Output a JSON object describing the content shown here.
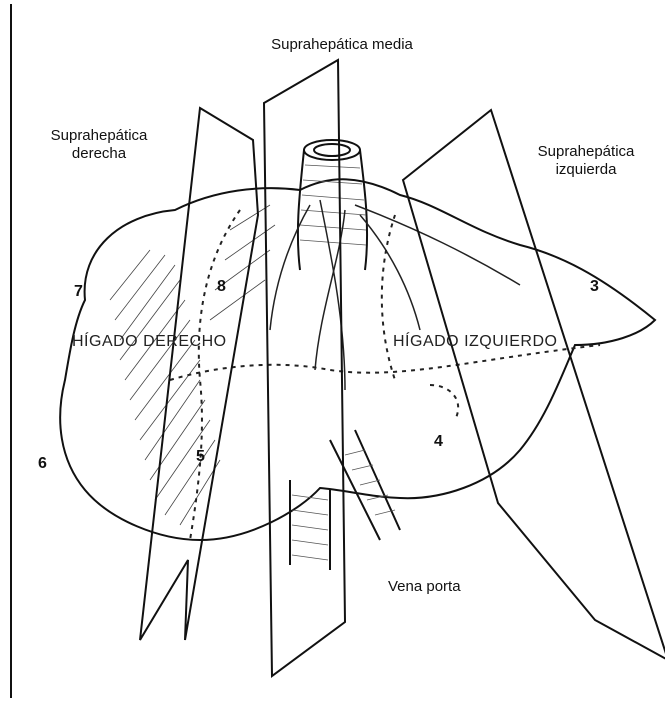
{
  "labels": {
    "suprahepatica_media": "Suprahepática media",
    "suprahepatica_derecha_line1": "Suprahepática",
    "suprahepatica_derecha_line2": "derecha",
    "suprahepatica_izquierda_line1": "Suprahepática",
    "suprahepatica_izquierda_line2": "izquierda",
    "higado_derecho": "HÍGADO DERECHO",
    "higado_izquierdo": "HÍGADO IZQUIERDO",
    "vena_porta": "Vena porta"
  },
  "segments": {
    "s3": "3",
    "s4": "4",
    "s5": "5",
    "s6": "6",
    "s7": "7",
    "s8": "8"
  }
}
